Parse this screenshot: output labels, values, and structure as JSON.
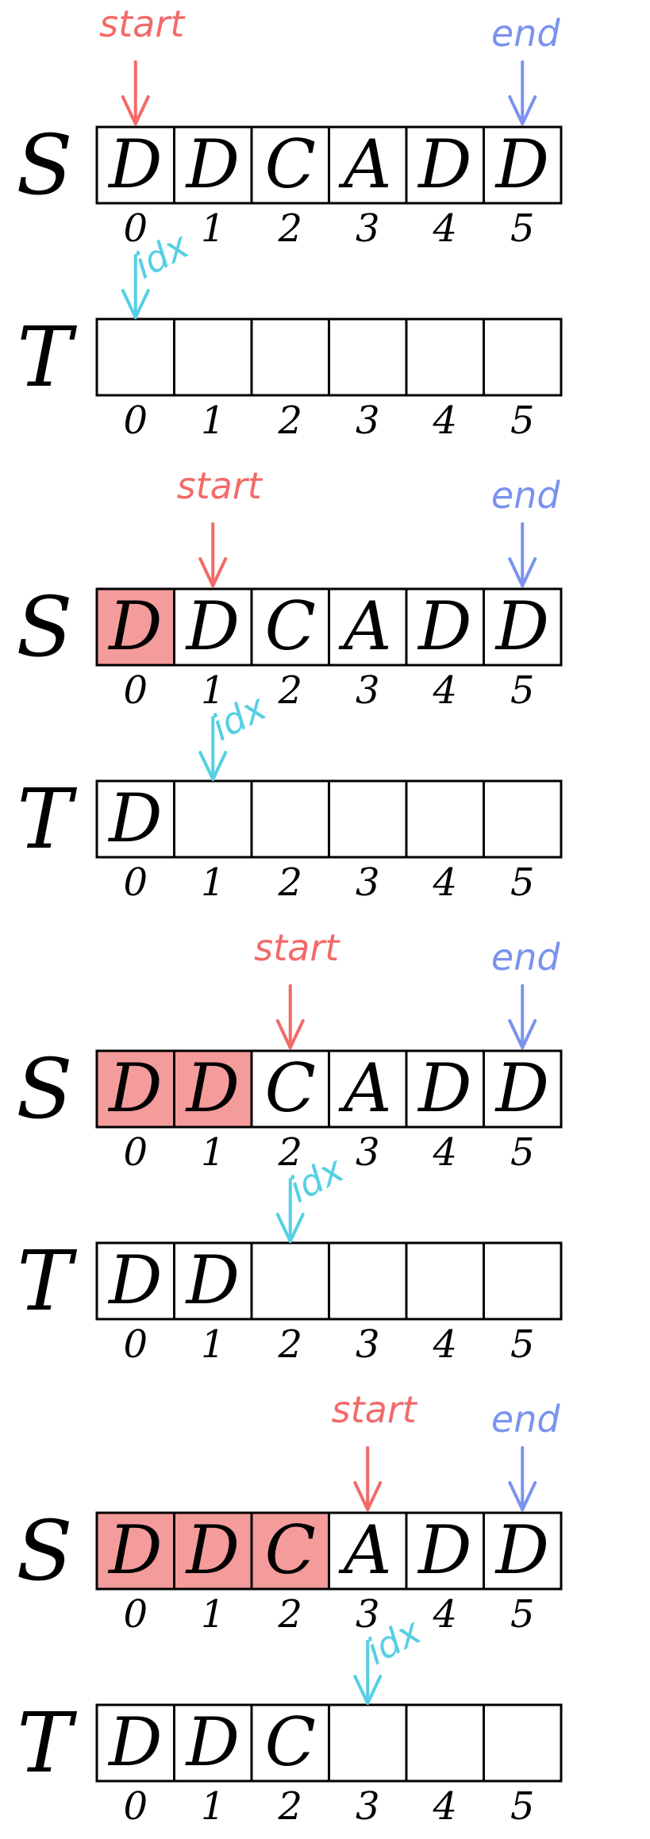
{
  "colors": {
    "start": "#f26a6a",
    "end": "#7b93ee",
    "idx": "#56cfe3",
    "consumed": "#f49b9b",
    "ink": "#000000"
  },
  "row_labels": {
    "s": "S",
    "t": "T"
  },
  "index_labels": [
    "0",
    "1",
    "2",
    "3",
    "4",
    "5"
  ],
  "pointer_labels": {
    "start": "start",
    "end": "end",
    "idx": "idx"
  },
  "steps": [
    {
      "s": [
        "D",
        "D",
        "C",
        "A",
        "D",
        "D"
      ],
      "t": [
        "",
        "",
        "",
        "",
        "",
        ""
      ],
      "consumed": 0,
      "start": 0,
      "end": 5,
      "idx": 0
    },
    {
      "s": [
        "D",
        "D",
        "C",
        "A",
        "D",
        "D"
      ],
      "t": [
        "D",
        "",
        "",
        "",
        "",
        ""
      ],
      "consumed": 1,
      "start": 1,
      "end": 5,
      "idx": 1
    },
    {
      "s": [
        "D",
        "D",
        "C",
        "A",
        "D",
        "D"
      ],
      "t": [
        "D",
        "D",
        "",
        "",
        "",
        ""
      ],
      "consumed": 2,
      "start": 2,
      "end": 5,
      "idx": 2
    },
    {
      "s": [
        "D",
        "D",
        "C",
        "A",
        "D",
        "D"
      ],
      "t": [
        "D",
        "D",
        "C",
        "",
        "",
        ""
      ],
      "consumed": 3,
      "start": 3,
      "end": 5,
      "idx": 3
    }
  ]
}
